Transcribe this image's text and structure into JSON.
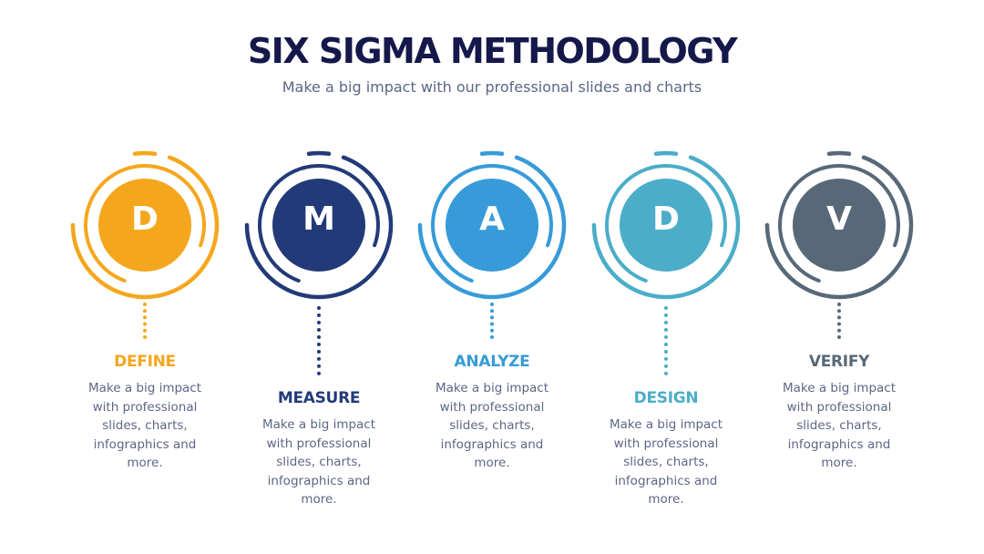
{
  "header": {
    "title": "SIX SIGMA METHODOLOGY",
    "subtitle": "Make a big impact with our professional slides and charts"
  },
  "steps": [
    {
      "letter": "D",
      "name": "DEFINE",
      "description": "Make a big impact with professional slides, charts, infographics and more.",
      "color": "#f4a71d"
    },
    {
      "letter": "M",
      "name": "MEASURE",
      "description": "Make a big impact with professional slides, charts, infographics and more.",
      "color": "#233a79"
    },
    {
      "letter": "A",
      "name": "ANALYZE",
      "description": "Make a big impact with professional slides, charts, infographics and more.",
      "color": "#379bd9"
    },
    {
      "letter": "D",
      "name": "DESIGN",
      "description": "Make a big impact with professional slides, charts, infographics and more.",
      "color": "#4badc8"
    },
    {
      "letter": "V",
      "name": "VERIFY",
      "description": "Make a big impact with professional slides, charts, infographics and more.",
      "color": "#576878"
    }
  ]
}
